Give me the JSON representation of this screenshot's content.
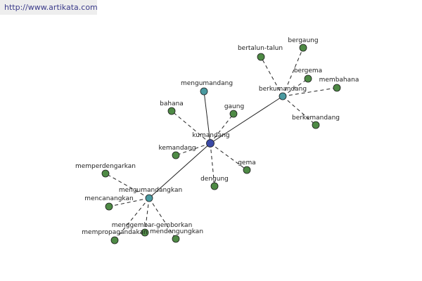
{
  "watermark": "http://www.artikata.com",
  "colors": {
    "center": "#3b4aa6",
    "hub": "#4a9aa0",
    "leaf": "#4e8a45"
  },
  "graph": {
    "nodes": [
      {
        "id": "kumandang",
        "label": "kumandang",
        "kind": "center"
      },
      {
        "id": "berkumandang",
        "label": "berkumandang",
        "kind": "hub"
      },
      {
        "id": "mengumandang",
        "label": "mengumandang",
        "kind": "hub"
      },
      {
        "id": "mengumandangkan",
        "label": "mengumandangkan",
        "kind": "hub"
      },
      {
        "id": "bertalun-talun",
        "label": "bertalun-talun",
        "kind": "leaf"
      },
      {
        "id": "bergaung",
        "label": "bergaung",
        "kind": "leaf"
      },
      {
        "id": "bergema",
        "label": "bergema",
        "kind": "leaf"
      },
      {
        "id": "membahana",
        "label": "membahana",
        "kind": "leaf"
      },
      {
        "id": "berkemandang",
        "label": "berkemandang",
        "kind": "leaf"
      },
      {
        "id": "bahana",
        "label": "bahana",
        "kind": "leaf"
      },
      {
        "id": "gaung",
        "label": "gaung",
        "kind": "leaf"
      },
      {
        "id": "kemandang",
        "label": "kemandang",
        "kind": "leaf"
      },
      {
        "id": "gema",
        "label": "gema",
        "kind": "leaf"
      },
      {
        "id": "dengung",
        "label": "dengung",
        "kind": "leaf"
      },
      {
        "id": "memperdengarkan",
        "label": "memperdengarkan",
        "kind": "leaf"
      },
      {
        "id": "mencanangkan",
        "label": "mencanangkan",
        "kind": "leaf"
      },
      {
        "id": "menggembar-gemborkan",
        "label": "menggembar-gemborkan",
        "kind": "leaf"
      },
      {
        "id": "mempropagandakan",
        "label": "mempropagandakan",
        "kind": "leaf"
      },
      {
        "id": "mendengungkan",
        "label": "mendengungkan",
        "kind": "leaf"
      }
    ],
    "edges": [
      {
        "from": "kumandang",
        "to": "berkumandang",
        "style": "solid"
      },
      {
        "from": "kumandang",
        "to": "mengumandang",
        "style": "solid"
      },
      {
        "from": "kumandang",
        "to": "mengumandangkan",
        "style": "solid"
      },
      {
        "from": "kumandang",
        "to": "bahana",
        "style": "dashed"
      },
      {
        "from": "kumandang",
        "to": "gaung",
        "style": "dashed"
      },
      {
        "from": "kumandang",
        "to": "kemandang",
        "style": "dashed"
      },
      {
        "from": "kumandang",
        "to": "gema",
        "style": "dashed"
      },
      {
        "from": "kumandang",
        "to": "dengung",
        "style": "dashed"
      },
      {
        "from": "berkumandang",
        "to": "bertalun-talun",
        "style": "dashed"
      },
      {
        "from": "berkumandang",
        "to": "bergaung",
        "style": "dashed"
      },
      {
        "from": "berkumandang",
        "to": "bergema",
        "style": "dashed"
      },
      {
        "from": "berkumandang",
        "to": "membahana",
        "style": "dashed"
      },
      {
        "from": "berkumandang",
        "to": "berkemandang",
        "style": "dashed"
      },
      {
        "from": "mengumandangkan",
        "to": "memperdengarkan",
        "style": "dashed"
      },
      {
        "from": "mengumandangkan",
        "to": "mencanangkan",
        "style": "dashed"
      },
      {
        "from": "mengumandangkan",
        "to": "menggembar-gemborkan",
        "style": "dashed"
      },
      {
        "from": "mengumandangkan",
        "to": "mempropagandakan",
        "style": "dashed"
      },
      {
        "from": "mengumandangkan",
        "to": "mendengungkan",
        "style": "dashed"
      }
    ]
  }
}
